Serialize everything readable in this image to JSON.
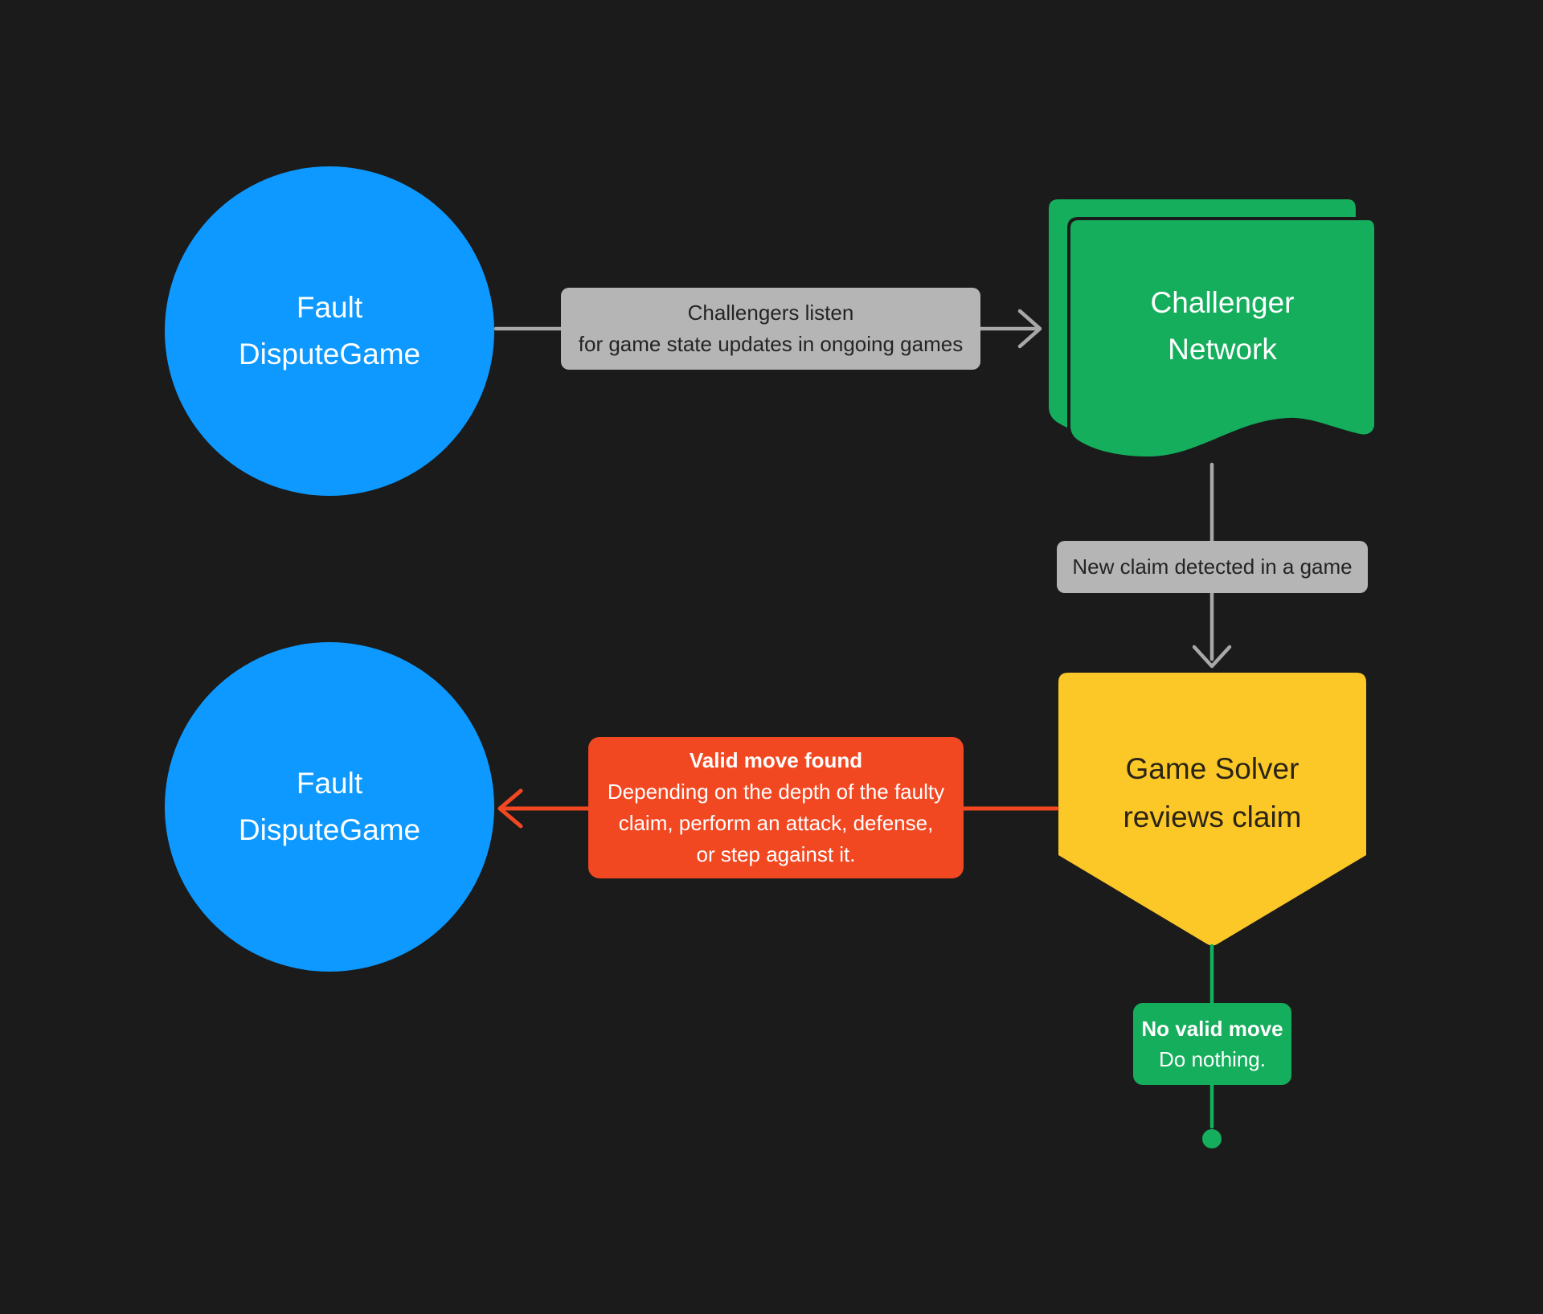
{
  "colors": {
    "background": "#1B1B1B",
    "node_blue": "#0D99FF",
    "node_green": "#14AE5C",
    "node_yellow": "#FCC828",
    "label_red": "#F24822",
    "label_gray": "#B5B5B5",
    "arrow_gray": "#A8A8A8",
    "text_dark": "#242424",
    "text_white": "#FFFFFF"
  },
  "nodes": {
    "fault_top": {
      "lines": [
        "Fault",
        "DisputeGame"
      ]
    },
    "challenger_network": {
      "lines": [
        "Challenger",
        "Network"
      ]
    },
    "game_solver": {
      "lines": [
        "Game Solver",
        "reviews claim"
      ]
    },
    "fault_bottom": {
      "lines": [
        "Fault",
        "DisputeGame"
      ]
    }
  },
  "labels": {
    "listen": {
      "lines": [
        "Challengers listen",
        "for game state updates in ongoing games"
      ]
    },
    "new_claim": {
      "text": "New claim detected in a game"
    },
    "valid_move": {
      "title": "Valid move found",
      "lines": [
        "Depending on the depth of the faulty",
        "claim, perform an attack, defense,",
        "or step against it."
      ]
    },
    "no_valid_move": {
      "title": "No valid move",
      "body": "Do nothing."
    }
  }
}
